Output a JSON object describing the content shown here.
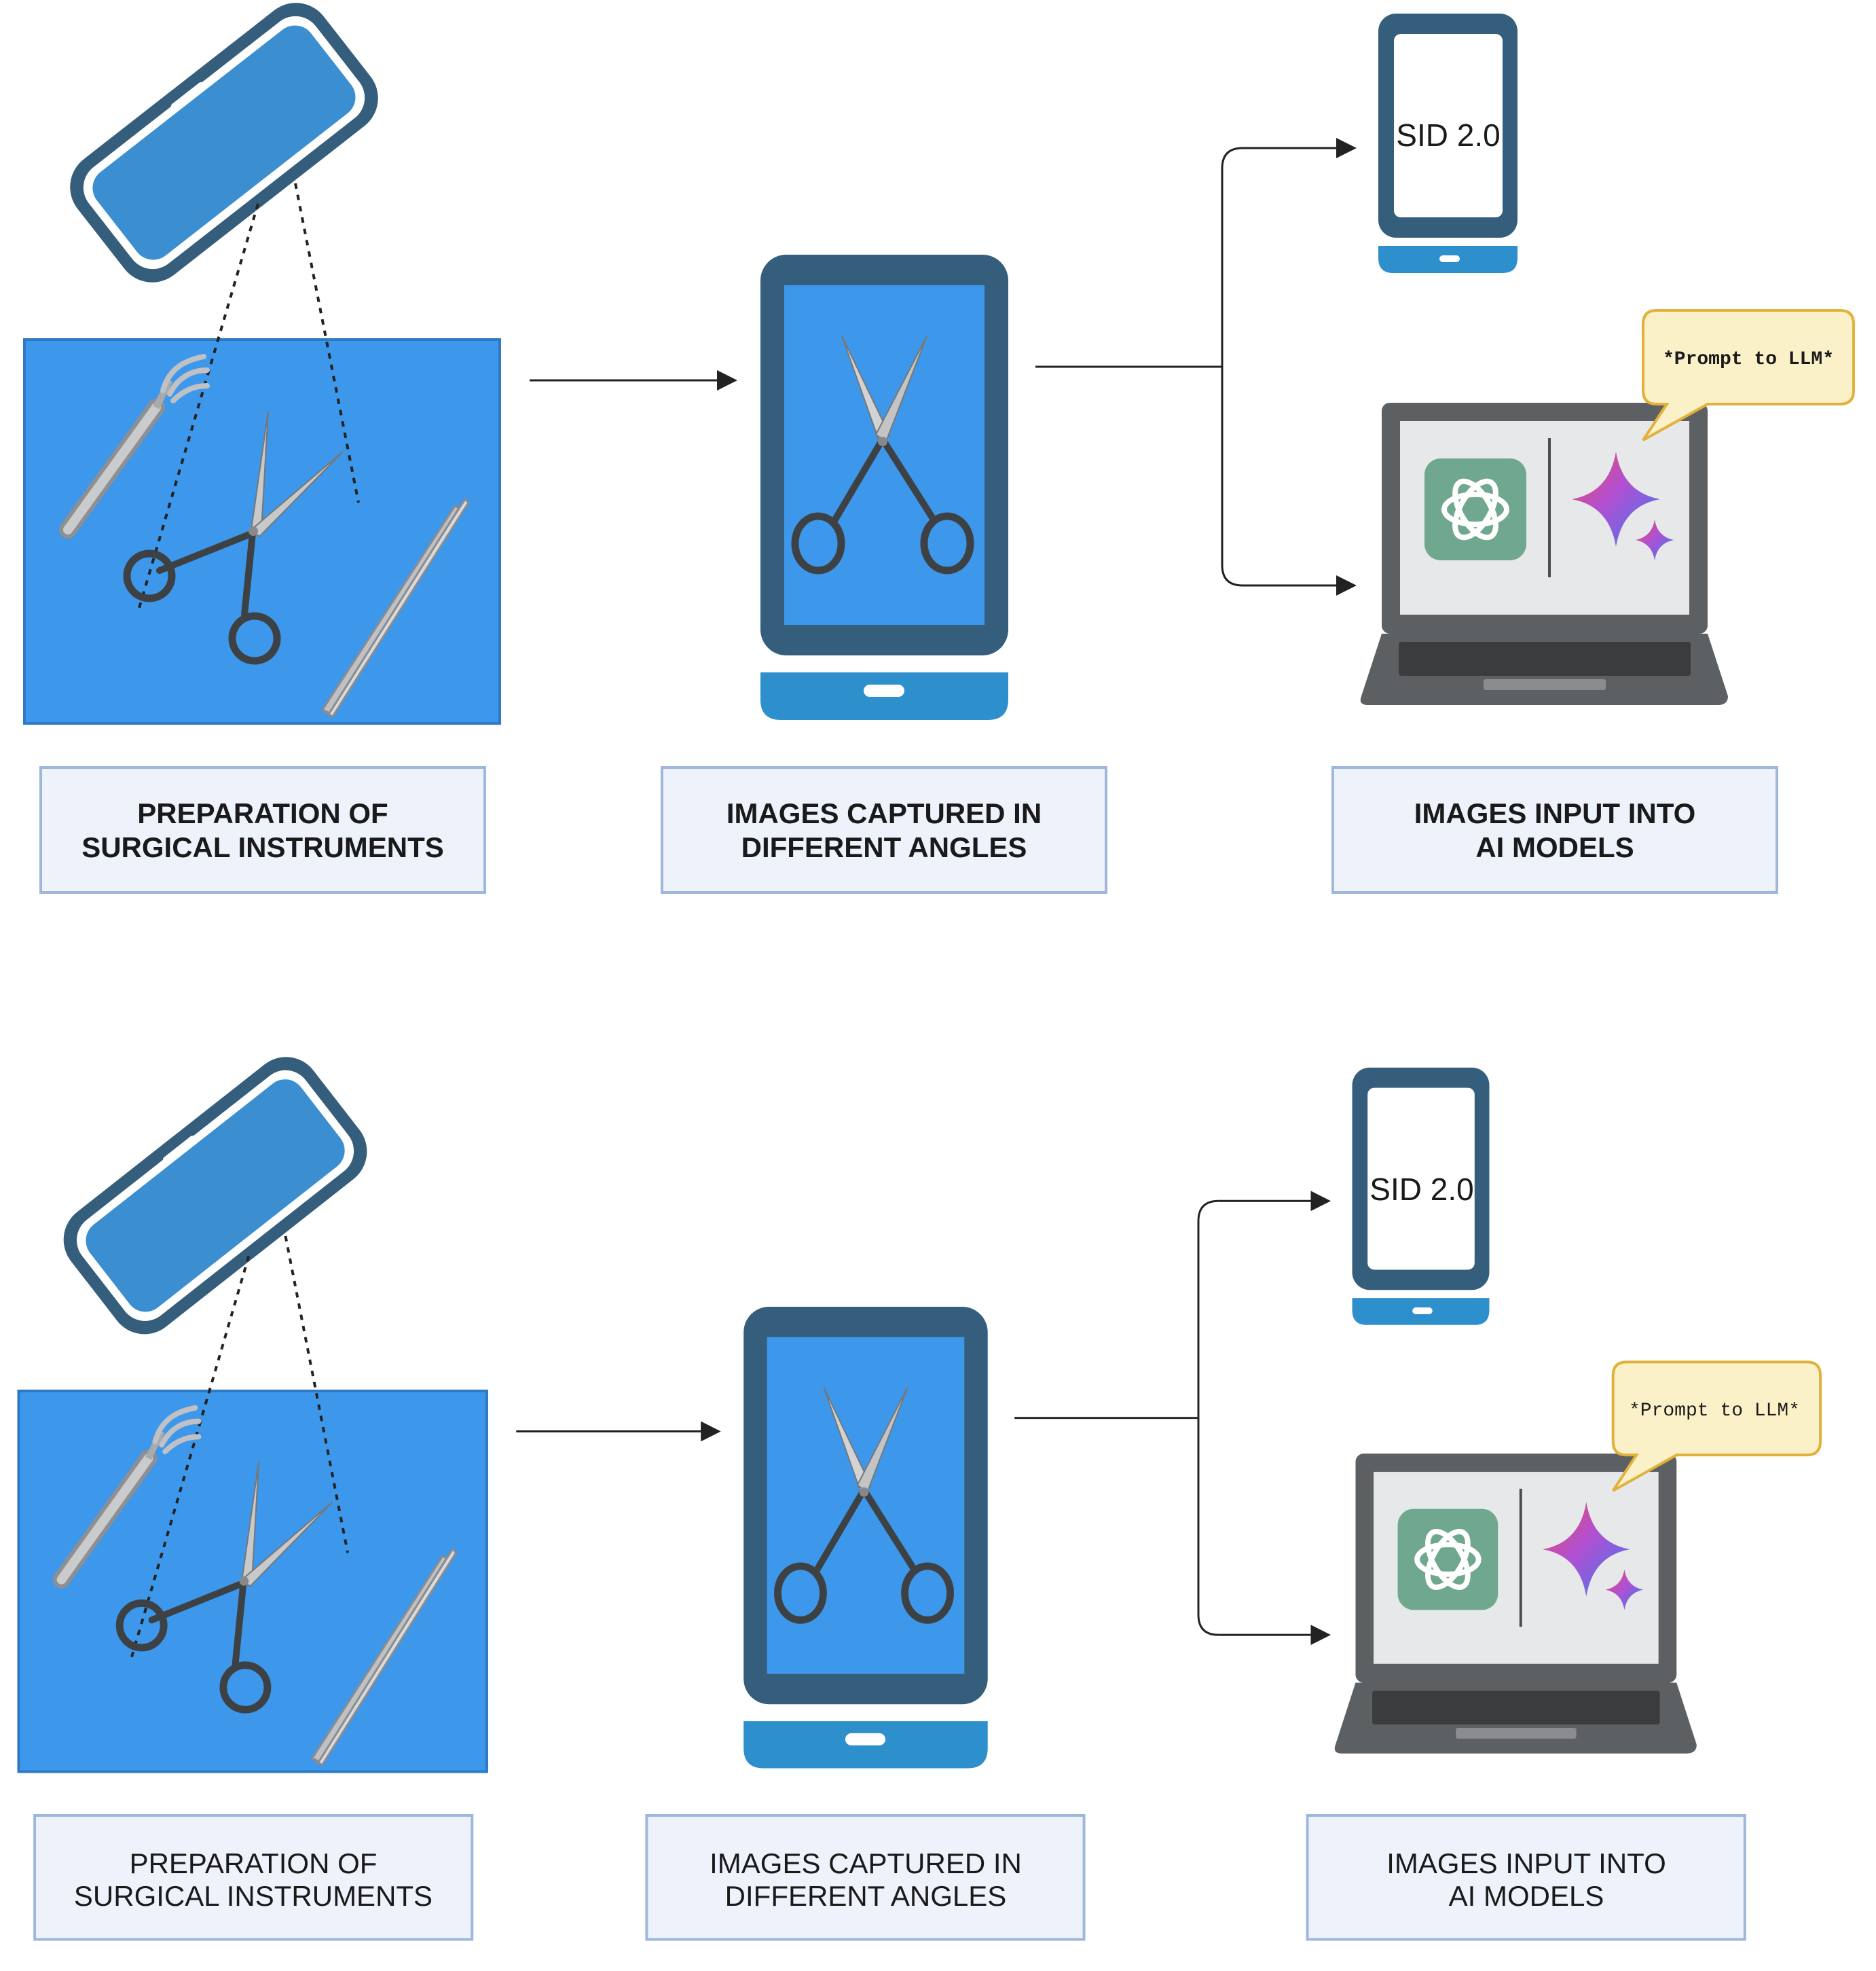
{
  "panels": [
    {
      "steps": [
        {
          "line1": "PREPARATION OF",
          "line2": "SURGICAL INSTRUMENTS"
        },
        {
          "line1": "IMAGES CAPTURED IN",
          "line2": "DIFFERENT ANGLES"
        },
        {
          "line1": "IMAGES INPUT INTO",
          "line2": "AI MODELS"
        }
      ],
      "sid_label": "SID 2.0",
      "prompt_label": "*Prompt to LLM*"
    },
    {
      "steps": [
        {
          "line1": "PREPARATION OF",
          "line2": "SURGICAL INSTRUMENTS"
        },
        {
          "line1": "IMAGES CAPTURED IN",
          "line2": "DIFFERENT ANGLES"
        },
        {
          "line1": "IMAGES INPUT INTO",
          "line2": "AI MODELS"
        }
      ],
      "sid_label": "SID 2.0",
      "prompt_label": "*Prompt to LLM*"
    }
  ],
  "icons": [
    "smartphone-icon",
    "surgical-tray-icon",
    "retractor-icon",
    "scissors-icon",
    "forceps-icon",
    "arrow-icon",
    "laptop-icon",
    "chatgpt-logo-icon",
    "gemini-logo-icon",
    "speech-bubble-icon"
  ],
  "colors": {
    "tray_blue": "#3d97ea",
    "phone_dark": "#355d7c",
    "phone_screen": "#3b8fd0",
    "phone_base": "#2e8fcd",
    "label_bg": "#eef3fb",
    "label_border": "#9fb7dd",
    "bubble_bg": "#fbf1c9",
    "bubble_border": "#e2b13c",
    "chatgpt_green": "#6fa78f",
    "laptop_gray": "#5d6063"
  }
}
